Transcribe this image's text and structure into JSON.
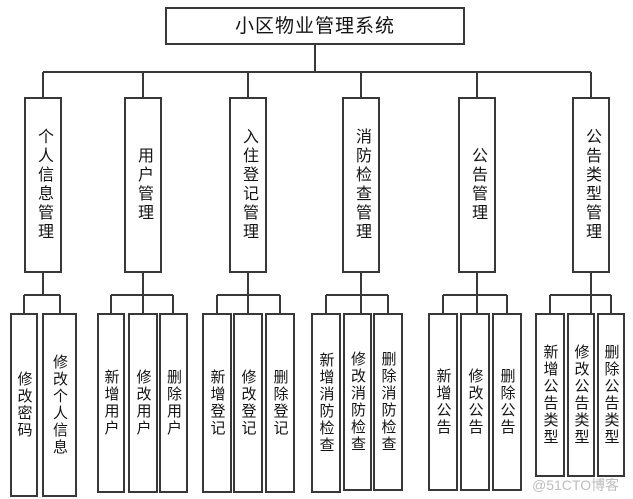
{
  "diagram": {
    "root": {
      "label": "小区物业管理系统"
    },
    "branches": [
      {
        "label": "个人信息管理",
        "children": [
          "修改密码",
          "修改个人信息"
        ]
      },
      {
        "label": "用户管理",
        "children": [
          "新增用户",
          "修改用户",
          "删除用户"
        ]
      },
      {
        "label": "入住登记管理",
        "children": [
          "新增登记",
          "修改登记",
          "删除登记"
        ]
      },
      {
        "label": "消防检查管理",
        "children": [
          "新增消防检查",
          "修改消防检查",
          "删除消防检查"
        ]
      },
      {
        "label": "公告管理",
        "children": [
          "新增公告",
          "修改公告",
          "删除公告"
        ]
      },
      {
        "label": "公告类型管理",
        "children": [
          "新增公告类型",
          "修改公告类型",
          "删除公告类型"
        ]
      }
    ]
  },
  "watermark": {
    "text": "@51CTO博客"
  },
  "colors": {
    "line": "#383838",
    "box_background": "#ffffff",
    "text": "#141414",
    "watermark": "#b2b2b2"
  }
}
